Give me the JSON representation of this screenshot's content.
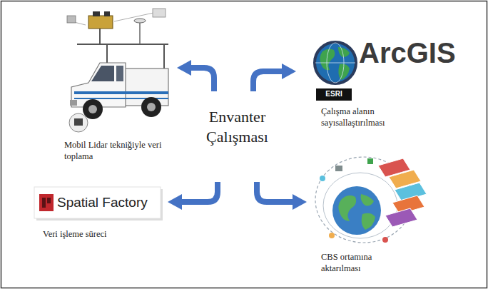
{
  "diagram": {
    "nodes": [
      {
        "text": [
          "Mobil Lidar tekniğiyle veri toplama"
        ]
      },
      {
        "text": [
          "ArcGIS",
          "ESRI",
          "Çalışma alanın sayısallaştırılması"
        ]
      },
      {
        "text": [
          "Envanter Çalışması"
        ]
      },
      {
        "text": [
          "Spatial Factory",
          "Veri işleme süreci"
        ]
      },
      {
        "text": [
          "CBS ortamına aktarılması"
        ]
      }
    ],
    "edges": [
      {
        "from": 2,
        "to": 0,
        "arrow": "to"
      },
      {
        "from": 2,
        "to": 1,
        "arrow": "to"
      },
      {
        "from": 2,
        "to": 3,
        "arrow": "to"
      },
      {
        "from": 2,
        "to": 4,
        "arrow": "to"
      }
    ]
  }
}
